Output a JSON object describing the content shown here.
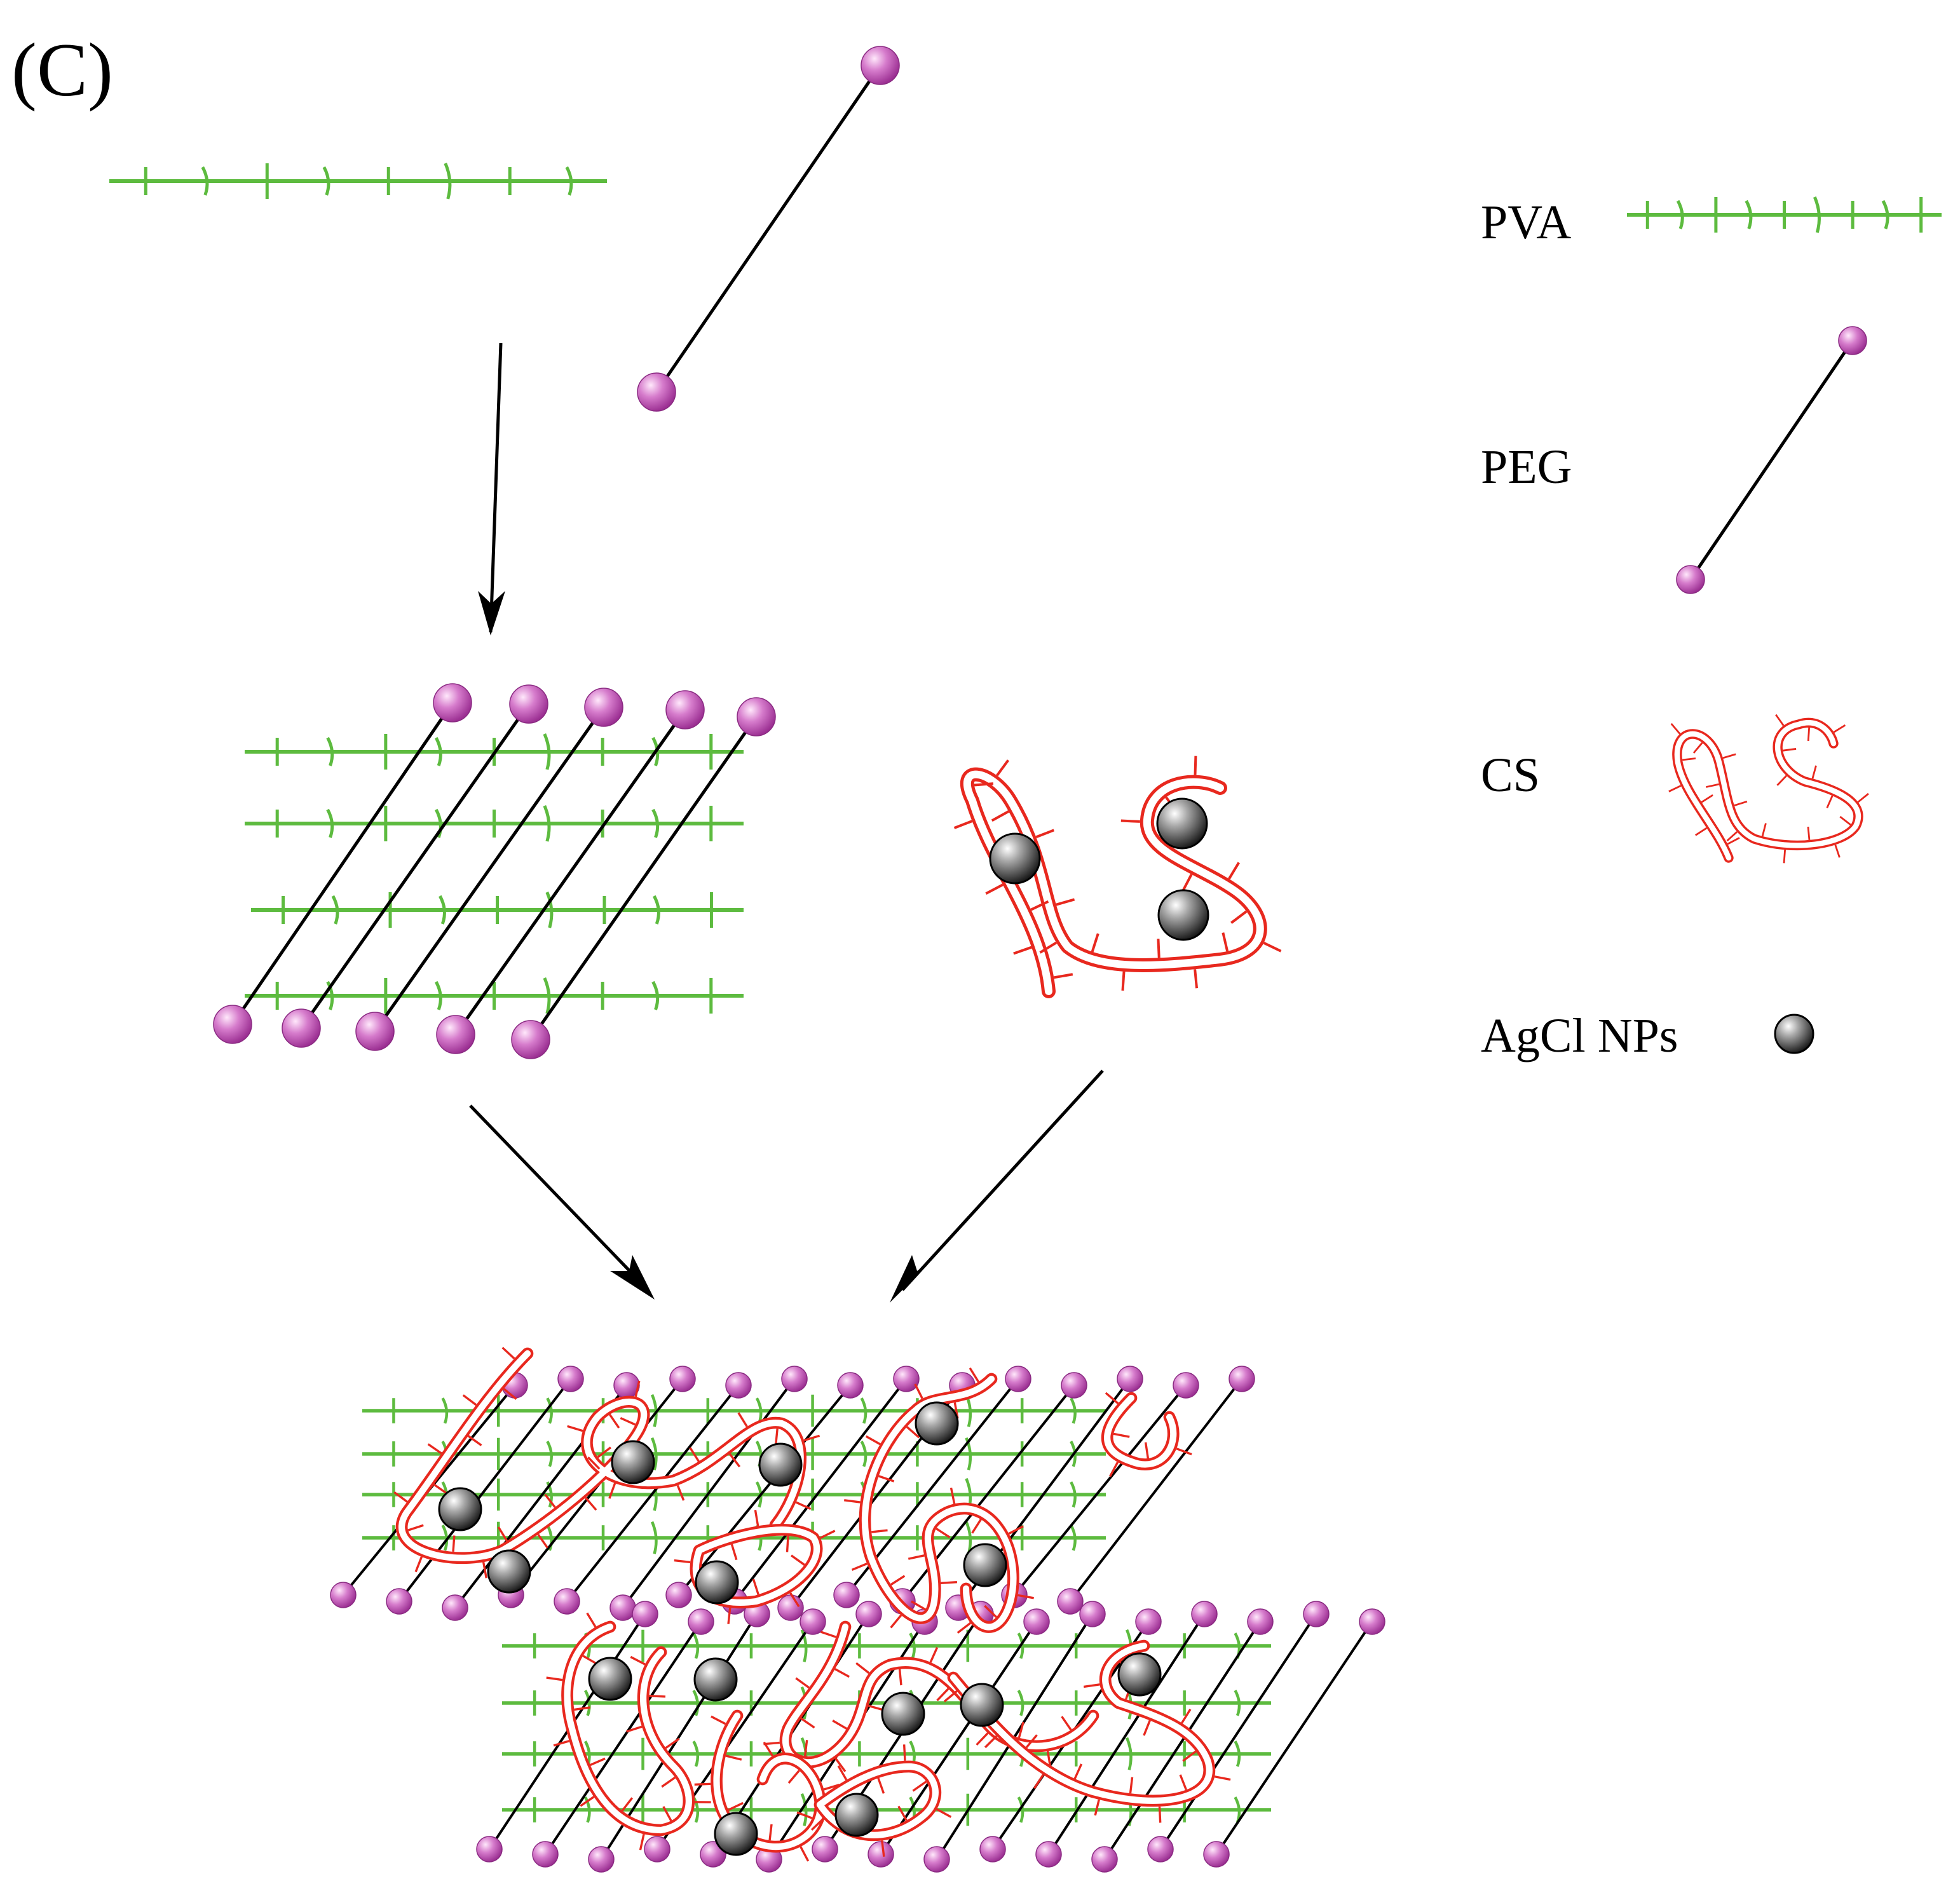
{
  "panel_label": "(C)",
  "legend": {
    "pva": "PVA",
    "peg": "PEG",
    "cs": "CS",
    "agcl": "AgCl NPs"
  },
  "colors": {
    "pva": "#5dbb3f",
    "peg_line": "#000000",
    "peg_end": "#c04ab4",
    "cs": "#e8281e",
    "agcl": "#2e2e2e",
    "arrow": "#000000"
  },
  "icons": [
    "peg-end-sphere",
    "agcl-nanoparticle",
    "cs-coil",
    "pva-chain",
    "process-arrow"
  ]
}
